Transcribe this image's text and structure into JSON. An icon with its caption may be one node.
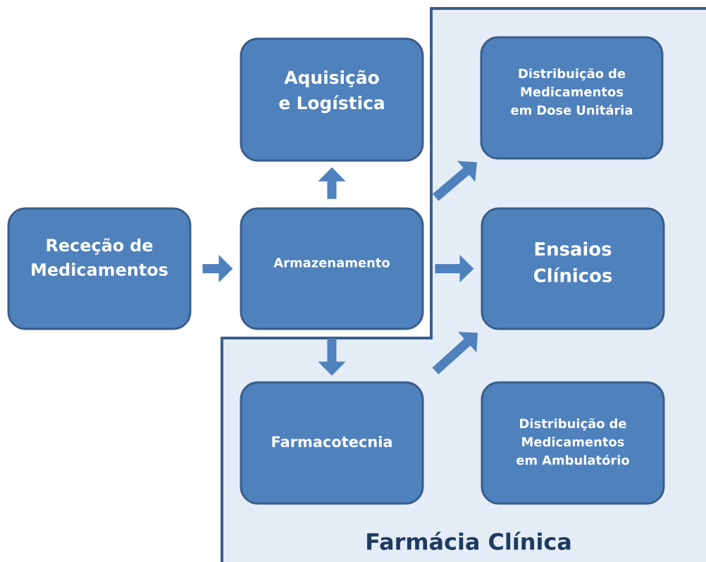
{
  "diagram": {
    "nodes": [
      {
        "text": [
          "Farmácia Clínica"
        ]
      },
      {
        "text": [
          "Aquisição e Logística"
        ]
      },
      {
        "text": [
          "Distribuição de Medicamentos em Dose Unitária"
        ],
        "in": 0
      },
      {
        "text": [
          "Receção de Medicamentos"
        ]
      },
      {
        "text": [
          "Armazenamento"
        ]
      },
      {
        "text": [
          "Ensaios Clínicos"
        ],
        "in": 0
      },
      {
        "text": [
          "Farmacotecnia"
        ],
        "in": 0
      },
      {
        "text": [
          "Distribuição de Medicamentos em Ambulatório"
        ],
        "in": 0
      }
    ],
    "edges": [
      {
        "from": 3,
        "to": 4,
        "arrow": "to"
      },
      {
        "from": 4,
        "to": 1,
        "arrow": "to"
      },
      {
        "from": 4,
        "to": 2,
        "arrow": "to"
      },
      {
        "from": 4,
        "to": 5,
        "arrow": "to"
      },
      {
        "from": 4,
        "to": 6,
        "arrow": "to"
      },
      {
        "from": 6,
        "to": 5,
        "arrow": "to"
      }
    ]
  }
}
